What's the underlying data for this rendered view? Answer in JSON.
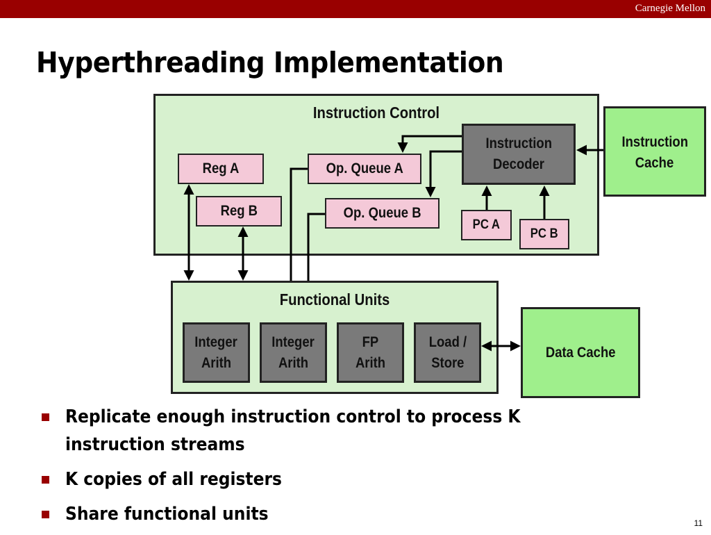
{
  "header": {
    "brand": "Carnegie Mellon"
  },
  "title": "Hyperthreading Implementation",
  "diagram": {
    "instruction_control": {
      "title": "Instruction Control",
      "reg_a": "Reg A",
      "reg_b": "Reg B",
      "op_queue_a": "Op. Queue A",
      "op_queue_b": "Op. Queue B",
      "decoder_line1": "Instruction",
      "decoder_line2": "Decoder",
      "pc_a": "PC A",
      "pc_b": "PC B"
    },
    "instruction_cache_line1": "Instruction",
    "instruction_cache_line2": "Cache",
    "functional_units": {
      "title": "Functional Units",
      "unit1_line1": "Integer",
      "unit1_line2": "Arith",
      "unit2_line1": "Integer",
      "unit2_line2": "Arith",
      "unit3_line1": "FP",
      "unit3_line2": "Arith",
      "unit4_line1": "Load /",
      "unit4_line2": "Store"
    },
    "data_cache": "Data Cache",
    "colors": {
      "panel": "#d7f1cf",
      "register": "#f4c9d8",
      "unit": "#7a7a7a",
      "cache": "#9fef8c",
      "accent": "#990000"
    }
  },
  "bullets": [
    "Replicate enough instruction control to process K instruction streams",
    "K copies of all registers",
    "Share functional units"
  ],
  "page_number": "11"
}
